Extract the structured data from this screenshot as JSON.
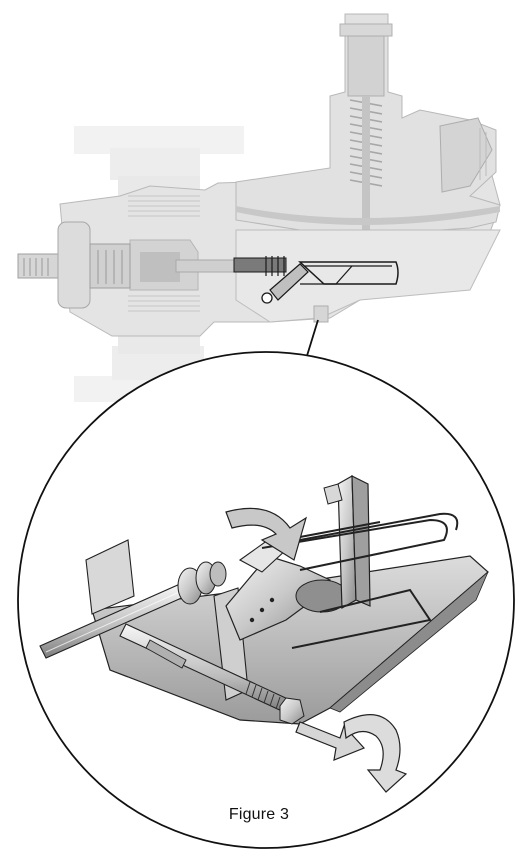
{
  "figure": {
    "caption": "Figure 3",
    "colors": {
      "housing": "#e6e6e6",
      "housing_dark": "#bdbdbd",
      "housing_light": "#f1f1f1",
      "outline": "#1a1a1a",
      "callout_line": "#111111"
    },
    "elements": {
      "upper_view": "regulator-cutaway-diagram",
      "detail_view": "lever-mechanism-detail",
      "arrows": [
        "curved-down-arrow-icon",
        "straight-right-arrow-icon",
        "curved-return-arrow-icon"
      ]
    }
  }
}
